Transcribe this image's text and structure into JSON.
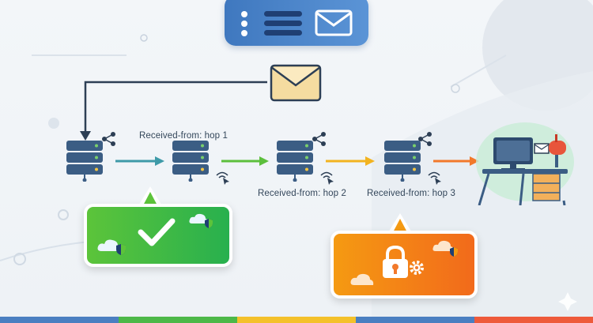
{
  "labels": {
    "hop1": "Received-from: hop 1",
    "hop2": "Received-from: hop 2",
    "hop3": "Received-from: hop 3"
  },
  "icons": {
    "email": "envelope-icon",
    "server": "server-rack-icon",
    "share": "share-icon",
    "wifi_cursor": "wifi-cursor-icon",
    "check": "checkmark-icon",
    "lock": "padlock-icon",
    "gear": "gear-icon",
    "cloud": "cloud-icon",
    "shield": "shield-icon",
    "desk": "desk-workstation-icon",
    "mailbox": "mailbox-icon",
    "menu": "menu-lines-icon"
  },
  "colors": {
    "arrow_teal": "#3e9aa8",
    "arrow_green": "#5cbf3d",
    "arrow_yellow": "#f2b320",
    "arrow_orange": "#f2792b",
    "server_blue": "#3b5d84",
    "bubble_green": "#4cbb3f",
    "bubble_orange": "#f4821a",
    "topbar_blue": "#4a85c9"
  }
}
